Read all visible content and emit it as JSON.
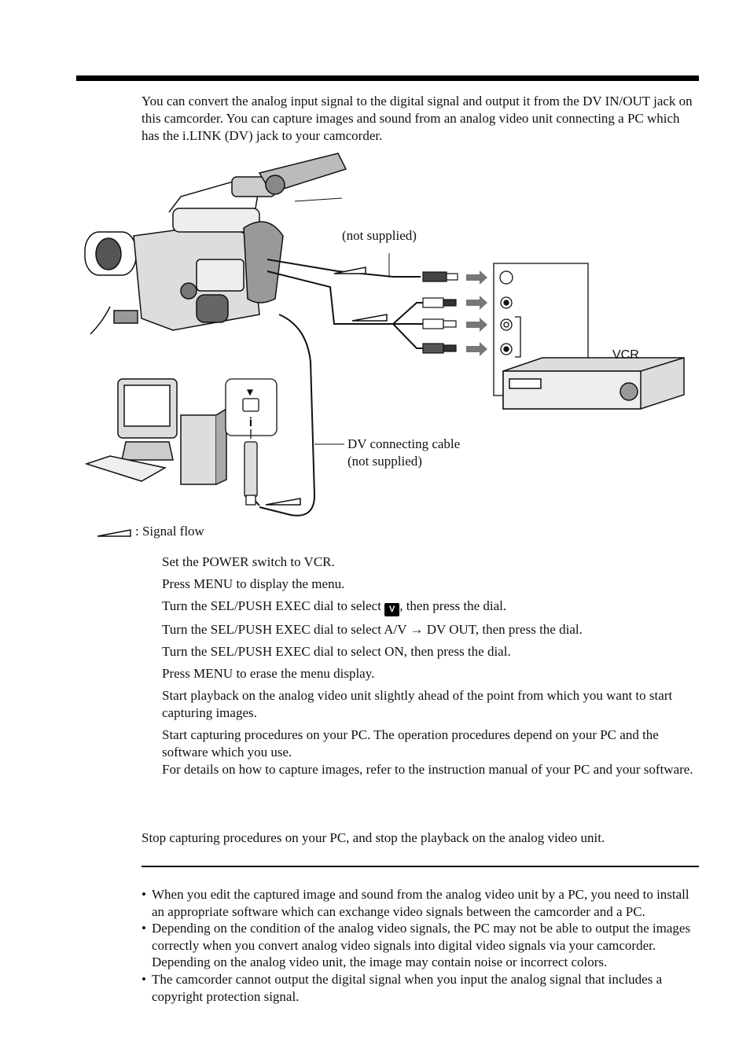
{
  "intro": "You can convert the analog input signal to the digital signal and output it from the DV IN/OUT jack on this camcorder. You can capture images and sound from an analog video unit connecting a PC which has the i.LINK (DV) jack to your camcorder.",
  "diagram": {
    "not_supplied_label": "(not supplied)",
    "vcr_label": "VCR",
    "dv_cable_line1": "DV connecting cable",
    "dv_cable_line2": "(not supplied)",
    "signal_flow_label": ": Signal flow"
  },
  "steps": [
    {
      "text": "Set the POWER switch to VCR."
    },
    {
      "text": "Press MENU to display the menu."
    },
    {
      "before": "Turn the SEL/PUSH EXEC dial to select ",
      "glyph": "V",
      "after": ", then press the dial."
    },
    {
      "text": "Turn the SEL/PUSH EXEC dial to select A/V → DV OUT, then press the dial."
    },
    {
      "text": "Turn the SEL/PUSH EXEC dial to select ON, then press the dial."
    },
    {
      "text": "Press MENU to erase the menu display."
    },
    {
      "text": "Start playback on the analog video unit slightly ahead of the point from which you want to start capturing images."
    },
    {
      "text": "Start capturing procedures on your PC. The operation procedures depend on your PC and the software which you use.",
      "extra": "For details on how to capture images, refer to the instruction manual of your PC and your software."
    }
  ],
  "stop_text": "Stop capturing procedures on your PC, and stop the playback on the analog video unit.",
  "notes": [
    "When you edit the captured image and sound from the analog video unit by a PC, you need to install an appropriate software which can exchange video signals between the camcorder and a PC.",
    "Depending on the condition of the analog video signals, the PC may not be able to output the images correctly when you convert analog video signals into digital video signals via your camcorder. Depending on the analog video unit, the image may contain noise or incorrect colors.",
    "The camcorder cannot output the digital signal when you input the analog signal that includes a copyright protection signal."
  ],
  "bullet_char": "•"
}
